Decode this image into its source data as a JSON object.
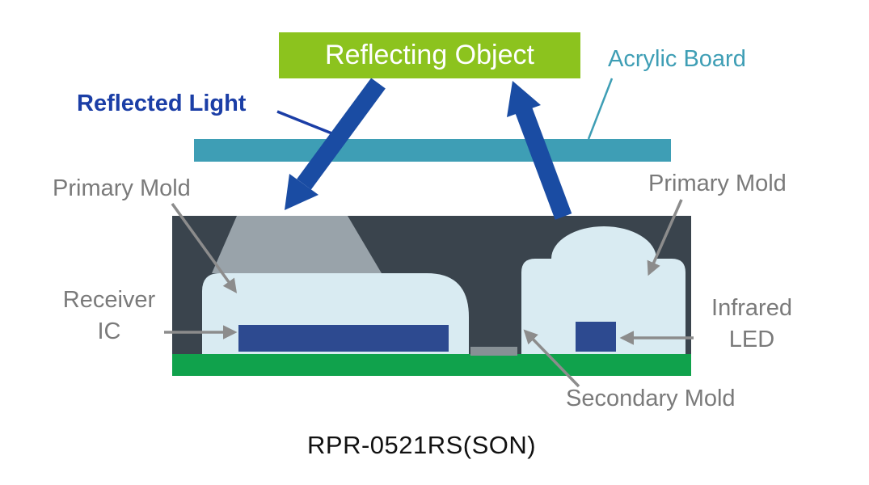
{
  "diagram": {
    "caption": "RPR-0521RS(SON)",
    "labels": {
      "reflecting_object": "Reflecting Object",
      "acrylic_board": "Acrylic Board",
      "reflected_light": "Reflected Light",
      "primary_mold_left": "Primary Mold",
      "primary_mold_right": "Primary Mold",
      "receiver_ic_line1": "Receiver",
      "receiver_ic_line2": "IC",
      "infrared_led_line1": "Infrared",
      "infrared_led_line2": "LED",
      "secondary_mold": "Secondary Mold"
    },
    "colors": {
      "reflecting_object_bg": "#8CC31E",
      "acrylic_teal": "#3E9EB5",
      "big_arrow_blue": "#1A4CA3",
      "reflected_light_blue": "#1B3EA6",
      "mold_dark": "#3A444D",
      "aperture_gray": "#99A3AA",
      "cavity_light_blue": "#D9EBF2",
      "chip_blue": "#2D4A90",
      "pcb_green": "#10A24C",
      "label_gray": "#7A7A7A",
      "pointer_gray": "#8C8C8C",
      "pad_gray": "#879095"
    }
  }
}
